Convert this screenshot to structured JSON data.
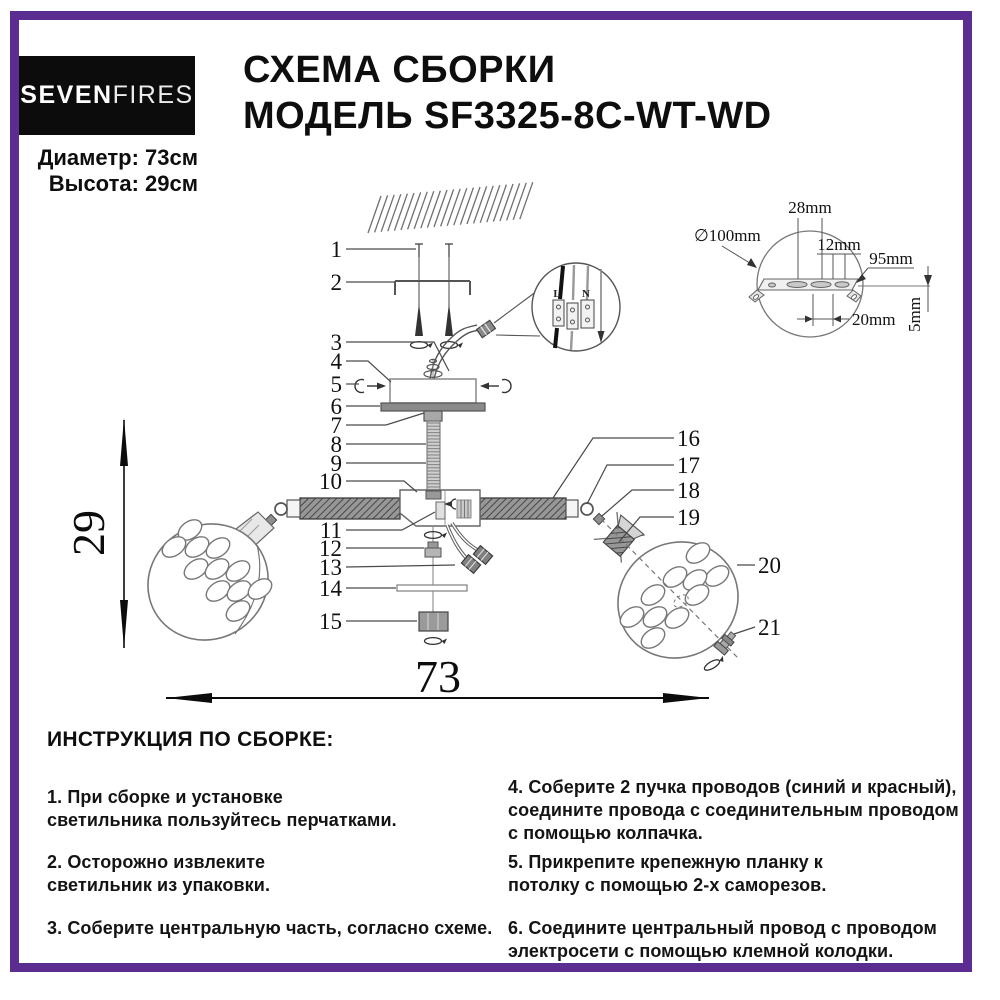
{
  "page": {
    "border_color": "#5B2D91",
    "background": "#FFFFFF"
  },
  "header": {
    "logo": {
      "part1": "SEVEN",
      "part2": "FIRES"
    },
    "title_line1": "СХЕМА СБОРКИ",
    "title_line2": "МОДЕЛЬ SF3325-8C-WT-WD",
    "spec_diameter": "Диаметр: 73см",
    "spec_height": "Высота: 29см"
  },
  "diagram": {
    "part_numbers": [
      "1",
      "2",
      "3",
      "4",
      "5",
      "6",
      "7",
      "8",
      "9",
      "10",
      "11",
      "12",
      "13",
      "14",
      "15",
      "16",
      "17",
      "18",
      "19",
      "20",
      "21"
    ],
    "terminal_labels": {
      "live": "L",
      "neutral": "N"
    },
    "dimensions": {
      "overall_height_cm": "29",
      "overall_width_cm": "73",
      "plate_diameter": "∅100mm",
      "slot_spacing": "28mm",
      "slot_width": "12mm",
      "plate_length": "95mm",
      "hole_spacing": "20mm",
      "plate_thickness": "5mm"
    }
  },
  "instructions": {
    "heading": "ИНСТРУКЦИЯ ПО СБОРКЕ:",
    "left": [
      "1. При сборке и установке\nсветильника пользуйтесь перчатками.",
      "2. Осторожно извлеките\nсветильник из упаковки.",
      "3. Соберите центральную часть, согласно схеме."
    ],
    "right": [
      "4. Соберите 2 пучка проводов (синий и красный),\nсоедините провода с соединительным проводом\nс помощью колпачка.",
      "5. Прикрепите крепежную планку к\nпотолку с помощью 2-х саморезов.",
      "6. Соедините центральный провод с проводом\nэлектросети с помощью клемной колодки."
    ]
  }
}
